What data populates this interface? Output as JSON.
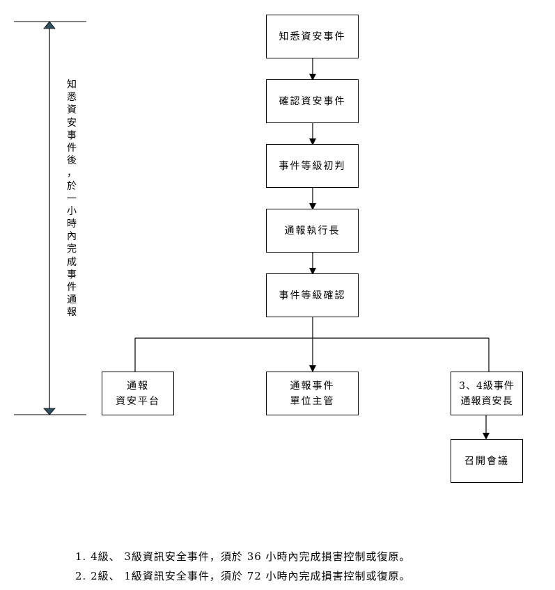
{
  "diagram": {
    "side_label": "知悉資安事件後，於一小時內完成事件通報",
    "steps": {
      "step1": "知悉資安事件",
      "step2": "確認資安事件",
      "step3": "事件等級初判",
      "step4": "通報執行長",
      "step5": "事件等級確認"
    },
    "branches": {
      "left_line1": "通報",
      "left_line2": "資安平台",
      "middle_line1": "通報事件",
      "middle_line2": "單位主管",
      "right_line1": "3、4級事件",
      "right_line2": "通報資安長"
    },
    "final": "召開會議"
  },
  "notes": [
    "1.  4級、 3級資訊安全事件，須於 36 小時內完成損害控制或復原。",
    "2.  2級、 1級資訊安全事件，須於 72 小時內完成損害控制或復原。"
  ]
}
